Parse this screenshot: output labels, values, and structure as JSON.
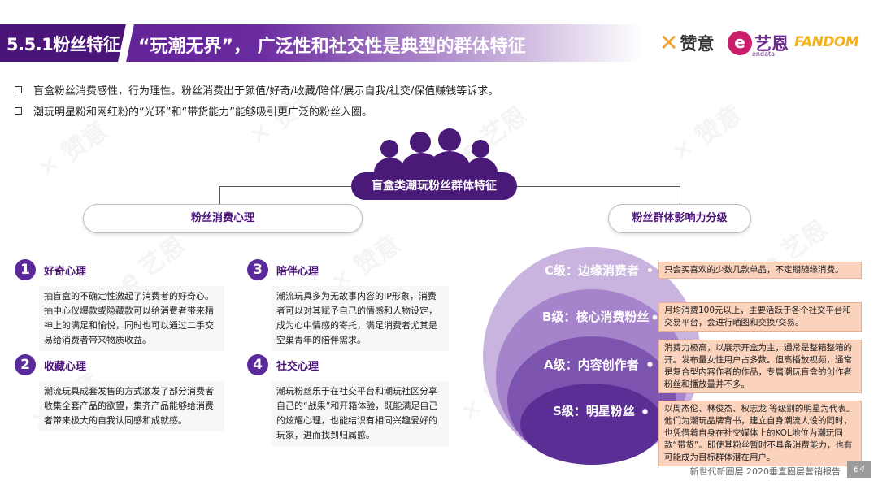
{
  "header": {
    "section": "5.5.1粉丝特征",
    "title": "“玩潮无界”， 广泛性和社交性是典型的群体特征"
  },
  "logos": {
    "zanyi": "赞意",
    "yien": "艺恩",
    "yien_sub": "endata",
    "fandom": "FANDOM"
  },
  "bullets": [
    "盲盒粉丝消费感性，行为理性。粉丝消费出于颜值/好奇/收藏/陪伴/展示自我/社交/保值赚钱等诉求。",
    "潮玩明星粉和网红粉的“光环”和“带货能力”能够吸引更广泛的粉丝入圈。"
  ],
  "center_label": "盲盒类潮玩粉丝群体特征",
  "left_label": "粉丝消费心理",
  "right_label": "粉丝群体影响力分级",
  "psych": [
    {
      "num": "1",
      "title": "好奇心理",
      "text": "抽盲盒的不确定性激起了消费者的好奇心。抽中心仪爆款或隐藏款可以给消费者带来精神上的满足和愉悦，同时也可以通过二手交易给消费者带来物质收益。"
    },
    {
      "num": "2",
      "title": "收藏心理",
      "text": "潮流玩具成套发售的方式激发了部分消费者收集全套产品的欲望，集齐产品能够给消费者带来极大的自我认同感和成就感。"
    },
    {
      "num": "3",
      "title": "陪伴心理",
      "text": "潮流玩具多为无故事内容的IP形象，消费者可以对其赋予自己的情感和人物设定，成为心中情感的寄托，满足消费者尤其是空巢青年的陪伴需求。"
    },
    {
      "num": "4",
      "title": "社交心理",
      "text": "潮玩粉丝乐于在社交平台和潮玩社区分享自己的“战果”和开箱体验，既能满足自己的炫耀心理，也能结识有相同兴趣爱好的玩家，进而找到归属感。"
    }
  ],
  "levels": [
    {
      "label": "C级：边缘消费者",
      "desc": "只会买喜欢的少数几款单品，不定期随缘消费。"
    },
    {
      "label": "B级：核心消费粉丝",
      "desc": "月均消费100元以上，主要活跃于各个社交平台和交易平台，会进行晒图和交换/交易。"
    },
    {
      "label": "A级：内容创作者",
      "desc": "消费力极高，以展示开盒为主，通常是整箱整箱的开。发布量女性用户占多数。但高播放视频，通常是复合型内容作者的作品，专属潮玩盲盒的创作者粉丝和播放量并不多。"
    },
    {
      "label": "S级：明星粉丝",
      "desc": "以周杰伦、林俊杰、权志龙 等级别的明星为代表。他们为潮玩品牌背书，建立自身潮流人设的同时，也凭借着自身在社交媒体上的KOL地位为潮玩同款“带货”。即使其粉丝暂时不具备消费能力，也有可能成为目标群体潜在用户。"
    }
  ],
  "footer": "新世代新圈层 2020垂直圈层营销报告",
  "page": "64",
  "colors": {
    "primary": "#4b1479",
    "accent": "#fbd3bd"
  }
}
